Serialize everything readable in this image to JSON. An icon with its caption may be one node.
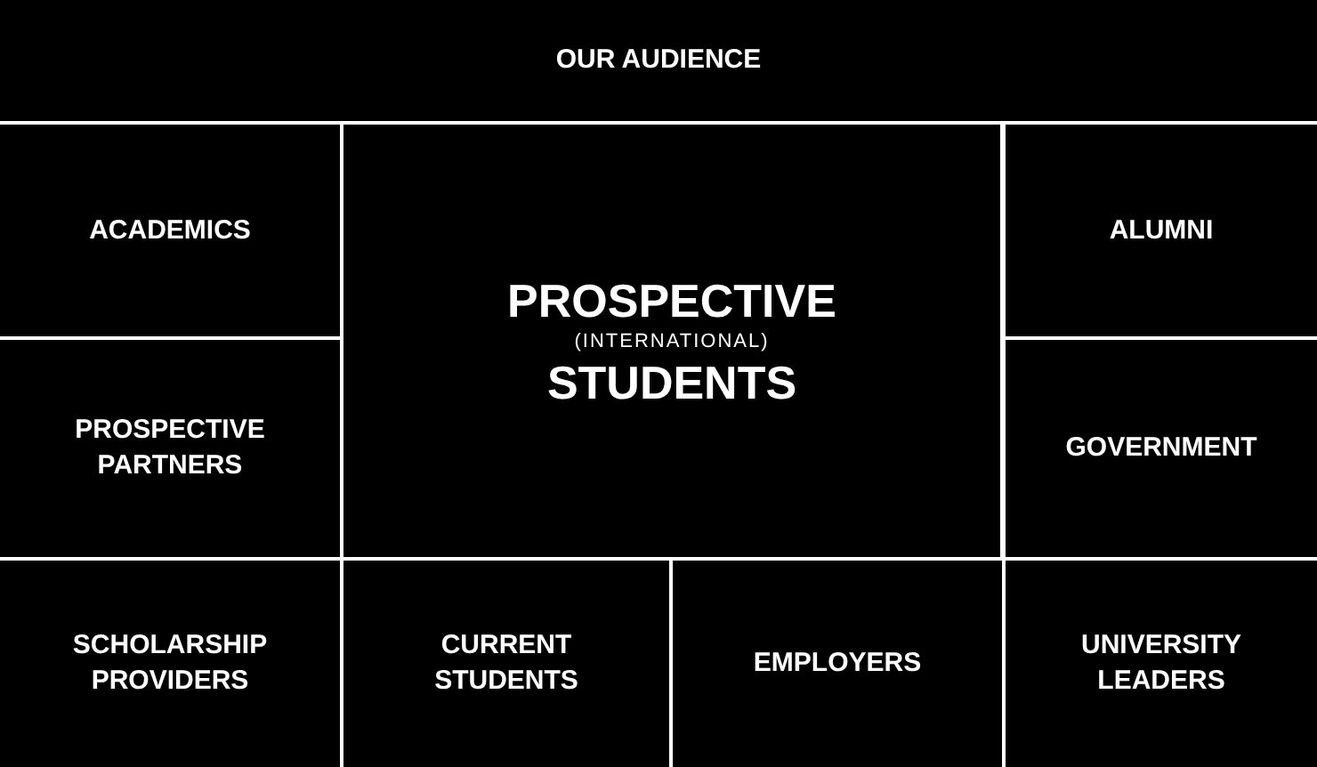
{
  "diagram": {
    "nodes": [
      {
        "text": [
          "OUR AUDIENCE"
        ]
      },
      {
        "text": [
          "ACADEMICS"
        ]
      },
      {
        "text": [
          "PROSPECTIVE",
          "(INTERNATIONAL)",
          "STUDENTS"
        ]
      },
      {
        "text": [
          "ALUMNI"
        ]
      },
      {
        "text": [
          "PROSPECTIVE PARTNERS"
        ]
      },
      {
        "text": [
          "GOVERNMENT"
        ]
      },
      {
        "text": [
          "SCHOLARSHIP PROVIDERS"
        ]
      },
      {
        "text": [
          "CURRENT STUDENTS"
        ]
      },
      {
        "text": [
          "EMPLOYERS"
        ]
      },
      {
        "text": [
          "UNIVERSITY LEADERS"
        ]
      }
    ]
  }
}
